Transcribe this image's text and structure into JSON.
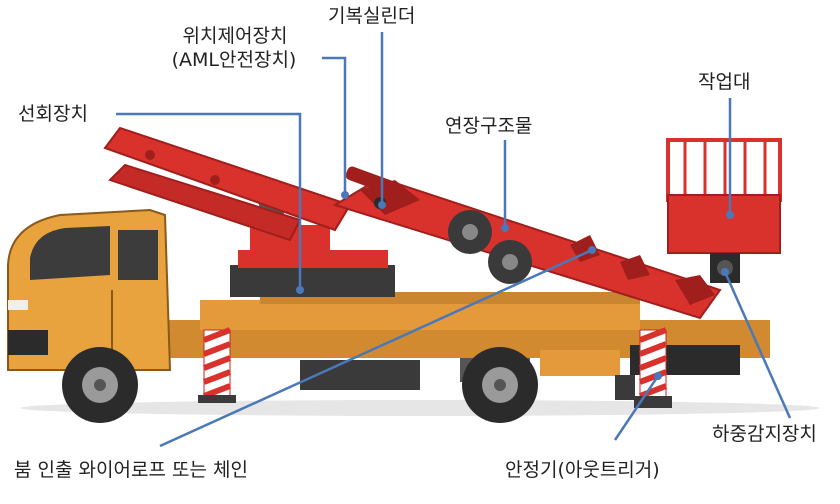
{
  "labels": {
    "position_control": "위치제어장치",
    "aml_safety": "(AML안전장치)",
    "luffing_cylinder": "기복실린더",
    "slewing_device": "선회장치",
    "extension_structure": "연장구조물",
    "work_platform": "작업대",
    "load_sensing_device": "하중감지장치",
    "boom_wire_chain": "붐 인출 와이어로프 또는 체인",
    "outrigger": "안정기(아웃트리거)"
  },
  "colors": {
    "boom_red": "#d9312c",
    "boom_dark": "#a01f1c",
    "chassis_orange": "#e49a3a",
    "chassis_dark": "#b5742a",
    "cab_orange": "#e8a23e",
    "tire": "#2b2b2b",
    "leader_line": "#4a78b8",
    "text": "#222222"
  }
}
